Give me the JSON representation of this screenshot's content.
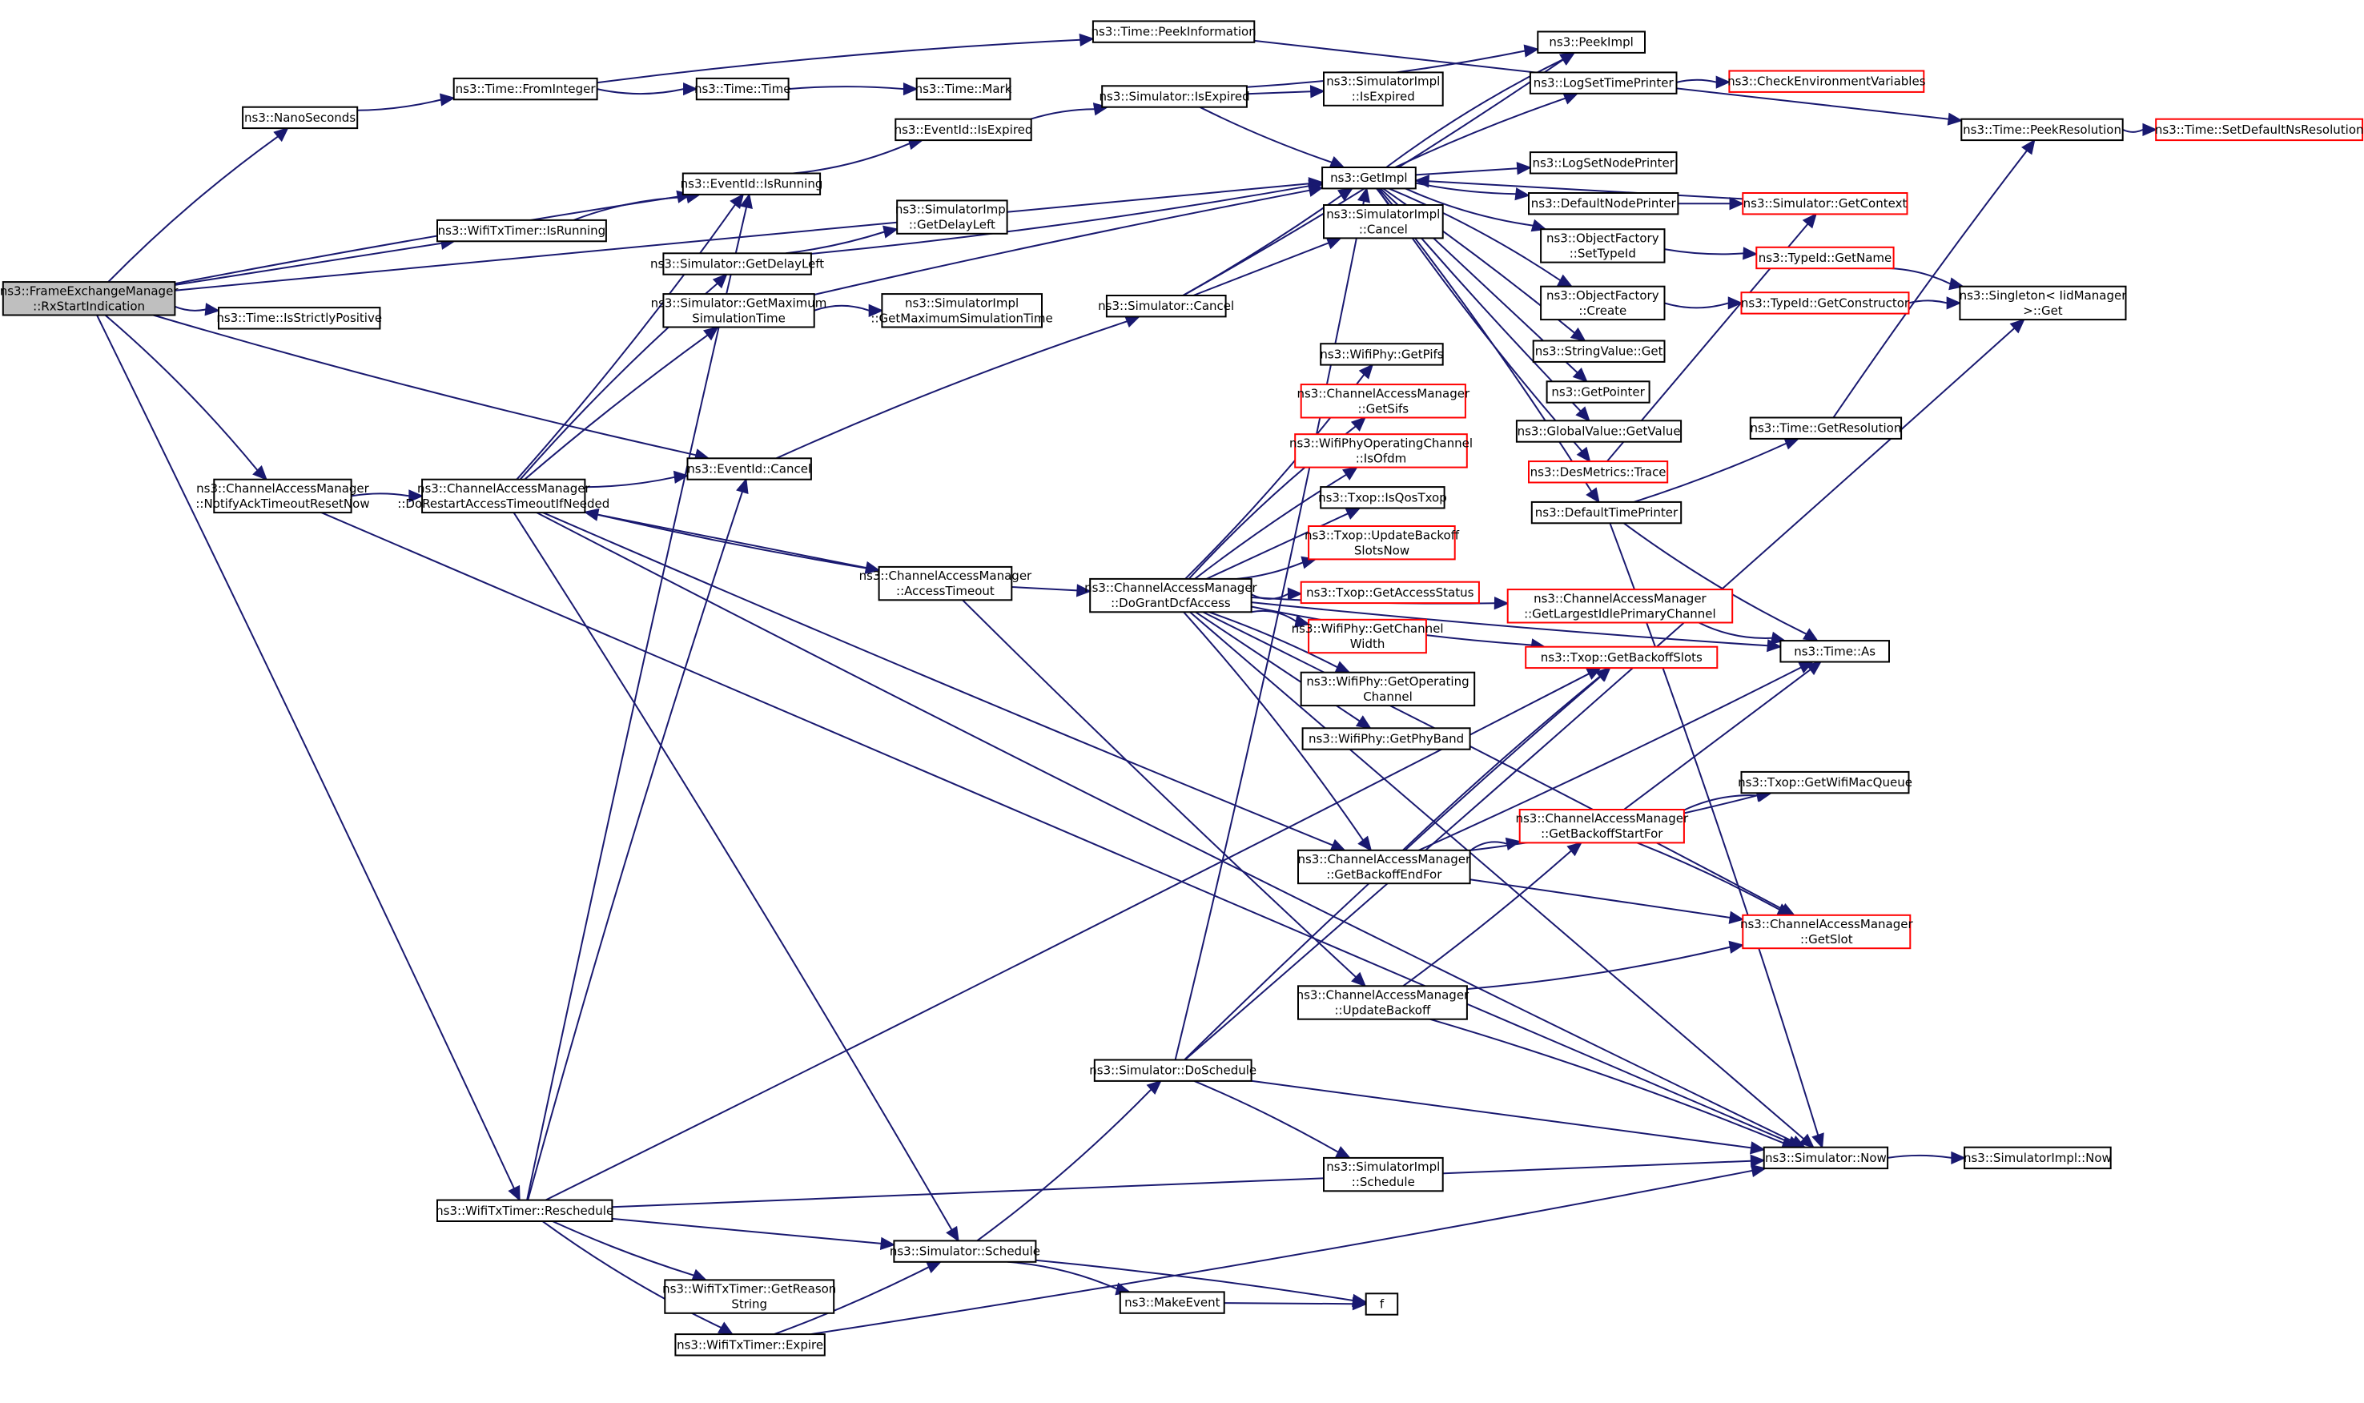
{
  "diagram": {
    "type": "call-graph",
    "root": "root",
    "colors": {
      "edge": "#191970",
      "node_border": "#000000",
      "truncated_node_border": "#ff0000",
      "root_fill": "#bfbfbf",
      "node_fill": "#ffffff"
    },
    "nodes": [
      {
        "id": "root",
        "lines": [
          "ns3::FrameExchangeManager",
          "::RxStartIndication"
        ],
        "kind": "root"
      },
      {
        "id": "nanoseconds",
        "lines": [
          "ns3::NanoSeconds"
        ],
        "kind": "normal"
      },
      {
        "id": "time-frominteger",
        "lines": [
          "ns3::Time::FromInteger"
        ],
        "kind": "normal"
      },
      {
        "id": "time-peekinformation",
        "lines": [
          "ns3::Time::PeekInformation"
        ],
        "kind": "normal"
      },
      {
        "id": "time-time",
        "lines": [
          "ns3::Time::Time"
        ],
        "kind": "normal"
      },
      {
        "id": "time-mark",
        "lines": [
          "ns3::Time::Mark"
        ],
        "kind": "normal"
      },
      {
        "id": "eventid-isrunning",
        "lines": [
          "ns3::EventId::IsRunning"
        ],
        "kind": "normal"
      },
      {
        "id": "wifitxtimer-isrunning",
        "lines": [
          "ns3::WifiTxTimer::IsRunning"
        ],
        "kind": "normal"
      },
      {
        "id": "time-isstrictlypositive",
        "lines": [
          "ns3::Time::IsStrictlyPositive"
        ],
        "kind": "normal"
      },
      {
        "id": "eventid-isexpired",
        "lines": [
          "ns3::EventId::IsExpired"
        ],
        "kind": "normal"
      },
      {
        "id": "simulator-isexpired",
        "lines": [
          "ns3::Simulator::IsExpired"
        ],
        "kind": "normal"
      },
      {
        "id": "simulatorimpl-isexpired",
        "lines": [
          "ns3::SimulatorImpl",
          "::IsExpired"
        ],
        "kind": "normal"
      },
      {
        "id": "peekimpl",
        "lines": [
          "ns3::PeekImpl"
        ],
        "kind": "normal"
      },
      {
        "id": "getimpl",
        "lines": [
          "ns3::GetImpl"
        ],
        "kind": "normal"
      },
      {
        "id": "logsettimeprinter",
        "lines": [
          "ns3::LogSetTimePrinter"
        ],
        "kind": "normal"
      },
      {
        "id": "logsetnodeprinter",
        "lines": [
          "ns3::LogSetNodePrinter"
        ],
        "kind": "normal"
      },
      {
        "id": "defaultnodeprinter",
        "lines": [
          "ns3::DefaultNodePrinter"
        ],
        "kind": "normal"
      },
      {
        "id": "objectfactory-settypeid",
        "lines": [
          "ns3::ObjectFactory",
          "::SetTypeId"
        ],
        "kind": "normal"
      },
      {
        "id": "objectfactory-create",
        "lines": [
          "ns3::ObjectFactory",
          "::Create"
        ],
        "kind": "normal"
      },
      {
        "id": "stringvalue-get",
        "lines": [
          "ns3::StringValue::Get"
        ],
        "kind": "normal"
      },
      {
        "id": "getpointer",
        "lines": [
          "ns3::GetPointer"
        ],
        "kind": "normal"
      },
      {
        "id": "globalvalue-getvalue",
        "lines": [
          "ns3::GlobalValue::GetValue"
        ],
        "kind": "normal"
      },
      {
        "id": "desmetrics-trace",
        "lines": [
          "ns3::DesMetrics::Trace"
        ],
        "kind": "truncated"
      },
      {
        "id": "defaulttimeprinter",
        "lines": [
          "ns3::DefaultTimePrinter"
        ],
        "kind": "normal"
      },
      {
        "id": "checkenvironmentvariables",
        "lines": [
          "ns3::CheckEnvironmentVariables"
        ],
        "kind": "truncated"
      },
      {
        "id": "simulator-getcontext",
        "lines": [
          "ns3::Simulator::GetContext"
        ],
        "kind": "truncated"
      },
      {
        "id": "typeid-getname",
        "lines": [
          "ns3::TypeId::GetName"
        ],
        "kind": "truncated"
      },
      {
        "id": "typeid-getconstructor",
        "lines": [
          "ns3::TypeId::GetConstructor"
        ],
        "kind": "truncated"
      },
      {
        "id": "time-peekresolution",
        "lines": [
          "ns3::Time::PeekResolution"
        ],
        "kind": "normal"
      },
      {
        "id": "time-setdefaultnsresolution",
        "lines": [
          "ns3::Time::SetDefaultNsResolution"
        ],
        "kind": "truncated"
      },
      {
        "id": "singleton-iidmanager-get",
        "lines": [
          "ns3::Singleton< IidManager",
          ">::Get"
        ],
        "kind": "normal"
      },
      {
        "id": "time-getresolution",
        "lines": [
          "ns3::Time::GetResolution"
        ],
        "kind": "normal"
      },
      {
        "id": "simulator-getdelayleft",
        "lines": [
          "ns3::Simulator::GetDelayLeft"
        ],
        "kind": "normal"
      },
      {
        "id": "simulatorimpl-getdelayleft",
        "lines": [
          "ns3::SimulatorImpl",
          "::GetDelayLeft"
        ],
        "kind": "normal"
      },
      {
        "id": "simulator-getmaximumsimulationtime",
        "lines": [
          "ns3::Simulator::GetMaximum",
          "SimulationTime"
        ],
        "kind": "normal"
      },
      {
        "id": "simulatorimpl-getmaximumsimulationtime",
        "lines": [
          "ns3::SimulatorImpl",
          "::GetMaximumSimulationTime"
        ],
        "kind": "normal"
      },
      {
        "id": "simulator-cancel",
        "lines": [
          "ns3::Simulator::Cancel"
        ],
        "kind": "normal"
      },
      {
        "id": "simulatorimpl-cancel",
        "lines": [
          "ns3::SimulatorImpl",
          "::Cancel"
        ],
        "kind": "normal"
      },
      {
        "id": "eventid-cancel",
        "lines": [
          "ns3::EventId::Cancel"
        ],
        "kind": "normal"
      },
      {
        "id": "cam-notifyacktimeoutresetnow",
        "lines": [
          "ns3::ChannelAccessManager",
          "::NotifyAckTimeoutResetNow"
        ],
        "kind": "normal"
      },
      {
        "id": "cam-dorestartaccesstimeoutifneeded",
        "lines": [
          "ns3::ChannelAccessManager",
          "::DoRestartAccessTimeoutIfNeeded"
        ],
        "kind": "normal"
      },
      {
        "id": "cam-accesstimeout",
        "lines": [
          "ns3::ChannelAccessManager",
          "::AccessTimeout"
        ],
        "kind": "normal"
      },
      {
        "id": "cam-dograntdcfaccess",
        "lines": [
          "ns3::ChannelAccessManager",
          "::DoGrantDcfAccess"
        ],
        "kind": "normal"
      },
      {
        "id": "wifiphy-getpifs",
        "lines": [
          "ns3::WifiPhy::GetPifs"
        ],
        "kind": "normal"
      },
      {
        "id": "cam-getsifs",
        "lines": [
          "ns3::ChannelAccessManager",
          "::GetSifs"
        ],
        "kind": "truncated"
      },
      {
        "id": "wifiphyoperatingchannel-isofdm",
        "lines": [
          "ns3::WifiPhyOperatingChannel",
          "::IsOfdm"
        ],
        "kind": "truncated"
      },
      {
        "id": "txop-isqostxop",
        "lines": [
          "ns3::Txop::IsQosTxop"
        ],
        "kind": "normal"
      },
      {
        "id": "txop-updatebackoffslotsnow",
        "lines": [
          "ns3::Txop::UpdateBackoff",
          "SlotsNow"
        ],
        "kind": "truncated"
      },
      {
        "id": "txop-getaccessstatus",
        "lines": [
          "ns3::Txop::GetAccessStatus"
        ],
        "kind": "truncated"
      },
      {
        "id": "wifiphy-getchannelwidth",
        "lines": [
          "ns3::WifiPhy::GetChannel",
          "Width"
        ],
        "kind": "truncated"
      },
      {
        "id": "wifiphy-getoperatingchannel",
        "lines": [
          "ns3::WifiPhy::GetOperating",
          "Channel"
        ],
        "kind": "normal"
      },
      {
        "id": "wifiphy-getphyband",
        "lines": [
          "ns3::WifiPhy::GetPhyBand"
        ],
        "kind": "normal"
      },
      {
        "id": "cam-getlargestidleprimarychannel",
        "lines": [
          "ns3::ChannelAccessManager",
          "::GetLargestIdlePrimaryChannel"
        ],
        "kind": "truncated"
      },
      {
        "id": "txop-getbackoffslots",
        "lines": [
          "ns3::Txop::GetBackoffSlots"
        ],
        "kind": "truncated"
      },
      {
        "id": "time-as",
        "lines": [
          "ns3::Time::As"
        ],
        "kind": "normal"
      },
      {
        "id": "txop-getwifimacqueue",
        "lines": [
          "ns3::Txop::GetWifiMacQueue"
        ],
        "kind": "normal"
      },
      {
        "id": "cam-getbackoffstartfor",
        "lines": [
          "ns3::ChannelAccessManager",
          "::GetBackoffStartFor"
        ],
        "kind": "truncated"
      },
      {
        "id": "cam-getbackoffendfor",
        "lines": [
          "ns3::ChannelAccessManager",
          "::GetBackoffEndFor"
        ],
        "kind": "normal"
      },
      {
        "id": "cam-getslot",
        "lines": [
          "ns3::ChannelAccessManager",
          "::GetSlot"
        ],
        "kind": "truncated"
      },
      {
        "id": "cam-updatebackoff",
        "lines": [
          "ns3::ChannelAccessManager",
          "::UpdateBackoff"
        ],
        "kind": "normal"
      },
      {
        "id": "simulator-doschedule",
        "lines": [
          "ns3::Simulator::DoSchedule"
        ],
        "kind": "normal"
      },
      {
        "id": "simulatorimpl-schedule",
        "lines": [
          "ns3::SimulatorImpl",
          "::Schedule"
        ],
        "kind": "normal"
      },
      {
        "id": "simulator-now",
        "lines": [
          "ns3::Simulator::Now"
        ],
        "kind": "normal"
      },
      {
        "id": "simulatorimpl-now",
        "lines": [
          "ns3::SimulatorImpl::Now"
        ],
        "kind": "normal"
      },
      {
        "id": "wifitxtimer-reschedule",
        "lines": [
          "ns3::WifiTxTimer::Reschedule"
        ],
        "kind": "normal"
      },
      {
        "id": "simulator-schedule",
        "lines": [
          "ns3::Simulator::Schedule"
        ],
        "kind": "normal"
      },
      {
        "id": "wifitxtimer-getreasonstring",
        "lines": [
          "ns3::WifiTxTimer::GetReason",
          "String"
        ],
        "kind": "normal"
      },
      {
        "id": "makeevent",
        "lines": [
          "ns3::MakeEvent"
        ],
        "kind": "normal"
      },
      {
        "id": "f",
        "lines": [
          "f"
        ],
        "kind": "normal"
      },
      {
        "id": "wifitxtimer-expire",
        "lines": [
          "ns3::WifiTxTimer::Expire"
        ],
        "kind": "normal"
      }
    ],
    "edges": [
      [
        "root",
        "nanoseconds"
      ],
      [
        "root",
        "eventid-isrunning"
      ],
      [
        "root",
        "wifitxtimer-isrunning"
      ],
      [
        "root",
        "time-isstrictlypositive"
      ],
      [
        "root",
        "eventid-cancel"
      ],
      [
        "root",
        "cam-notifyacktimeoutresetnow"
      ],
      [
        "root",
        "wifitxtimer-reschedule"
      ],
      [
        "root",
        "getimpl"
      ],
      [
        "nanoseconds",
        "time-frominteger"
      ],
      [
        "time-frominteger",
        "time-time"
      ],
      [
        "time-frominteger",
        "time-peekinformation"
      ],
      [
        "time-time",
        "time-mark"
      ],
      [
        "time-peekinformation",
        "time-peekresolution"
      ],
      [
        "time-peekresolution",
        "time-setdefaultnsresolution"
      ],
      [
        "eventid-isrunning",
        "eventid-isexpired"
      ],
      [
        "wifitxtimer-isrunning",
        "eventid-isrunning"
      ],
      [
        "eventid-isexpired",
        "simulator-isexpired"
      ],
      [
        "simulator-isexpired",
        "simulatorimpl-isexpired"
      ],
      [
        "simulator-isexpired",
        "getimpl"
      ],
      [
        "simulator-isexpired",
        "peekimpl"
      ],
      [
        "getimpl",
        "peekimpl"
      ],
      [
        "getimpl",
        "logsettimeprinter"
      ],
      [
        "getimpl",
        "logsetnodeprinter"
      ],
      [
        "getimpl",
        "defaultnodeprinter"
      ],
      [
        "getimpl",
        "objectfactory-settypeid"
      ],
      [
        "getimpl",
        "objectfactory-create"
      ],
      [
        "getimpl",
        "stringvalue-get"
      ],
      [
        "getimpl",
        "getpointer"
      ],
      [
        "getimpl",
        "globalvalue-getvalue"
      ],
      [
        "getimpl",
        "desmetrics-trace"
      ],
      [
        "getimpl",
        "defaulttimeprinter"
      ],
      [
        "logsettimeprinter",
        "checkenvironmentvariables"
      ],
      [
        "defaultnodeprinter",
        "simulator-getcontext"
      ],
      [
        "objectfactory-settypeid",
        "typeid-getname"
      ],
      [
        "objectfactory-create",
        "typeid-getconstructor"
      ],
      [
        "typeid-getname",
        "singleton-iidmanager-get"
      ],
      [
        "typeid-getconstructor",
        "singleton-iidmanager-get"
      ],
      [
        "desmetrics-trace",
        "simulator-getcontext"
      ],
      [
        "defaulttimeprinter",
        "time-getresolution"
      ],
      [
        "defaulttimeprinter",
        "time-as"
      ],
      [
        "defaulttimeprinter",
        "simulator-now"
      ],
      [
        "time-getresolution",
        "time-peekresolution"
      ],
      [
        "simulator-getcontext",
        "getimpl"
      ],
      [
        "simulator-getdelayleft",
        "simulatorimpl-getdelayleft"
      ],
      [
        "simulator-getdelayleft",
        "getimpl"
      ],
      [
        "simulator-getmaximumsimulationtime",
        "simulatorimpl-getmaximumsimulationtime"
      ],
      [
        "simulator-getmaximumsimulationtime",
        "getimpl"
      ],
      [
        "simulator-cancel",
        "simulatorimpl-cancel"
      ],
      [
        "simulator-cancel",
        "getimpl"
      ],
      [
        "simulator-cancel",
        "peekimpl"
      ],
      [
        "eventid-cancel",
        "simulator-cancel"
      ],
      [
        "cam-notifyacktimeoutresetnow",
        "cam-dorestartaccesstimeoutifneeded"
      ],
      [
        "cam-notifyacktimeoutresetnow",
        "simulator-now"
      ],
      [
        "cam-dorestartaccesstimeoutifneeded",
        "eventid-cancel"
      ],
      [
        "cam-dorestartaccesstimeoutifneeded",
        "eventid-isrunning"
      ],
      [
        "cam-dorestartaccesstimeoutifneeded",
        "simulator-getdelayleft"
      ],
      [
        "cam-dorestartaccesstimeoutifneeded",
        "simulator-getmaximumsimulationtime"
      ],
      [
        "cam-dorestartaccesstimeoutifneeded",
        "cam-accesstimeout"
      ],
      [
        "cam-dorestartaccesstimeoutifneeded",
        "cam-getbackoffendfor"
      ],
      [
        "cam-dorestartaccesstimeoutifneeded",
        "simulator-now"
      ],
      [
        "cam-dorestartaccesstimeoutifneeded",
        "simulator-schedule"
      ],
      [
        "cam-accesstimeout",
        "cam-dorestartaccesstimeoutifneeded"
      ],
      [
        "cam-accesstimeout",
        "cam-dograntdcfaccess"
      ],
      [
        "cam-accesstimeout",
        "cam-updatebackoff"
      ],
      [
        "cam-dograntdcfaccess",
        "wifiphy-getpifs"
      ],
      [
        "cam-dograntdcfaccess",
        "cam-getsifs"
      ],
      [
        "cam-dograntdcfaccess",
        "wifiphyoperatingchannel-isofdm"
      ],
      [
        "cam-dograntdcfaccess",
        "txop-isqostxop"
      ],
      [
        "cam-dograntdcfaccess",
        "txop-updatebackoffslotsnow"
      ],
      [
        "cam-dograntdcfaccess",
        "txop-getaccessstatus"
      ],
      [
        "cam-dograntdcfaccess",
        "wifiphy-getchannelwidth"
      ],
      [
        "cam-dograntdcfaccess",
        "wifiphy-getoperatingchannel"
      ],
      [
        "cam-dograntdcfaccess",
        "wifiphy-getphyband"
      ],
      [
        "cam-dograntdcfaccess",
        "cam-getlargestidleprimarychannel"
      ],
      [
        "cam-dograntdcfaccess",
        "txop-getbackoffslots"
      ],
      [
        "cam-dograntdcfaccess",
        "cam-getbackoffendfor"
      ],
      [
        "cam-dograntdcfaccess",
        "cam-getslot"
      ],
      [
        "cam-dograntdcfaccess",
        "simulator-now"
      ],
      [
        "cam-dograntdcfaccess",
        "time-as"
      ],
      [
        "cam-getlargestidleprimarychannel",
        "time-as"
      ],
      [
        "cam-getbackoffendfor",
        "cam-getbackoffstartfor"
      ],
      [
        "cam-getbackoffendfor",
        "txop-getbackoffslots"
      ],
      [
        "cam-getbackoffendfor",
        "cam-getslot"
      ],
      [
        "cam-getbackoffendfor",
        "time-as"
      ],
      [
        "cam-getbackoffendfor",
        "txop-getwifimacqueue"
      ],
      [
        "cam-getbackoffstartfor",
        "txop-getwifimacqueue"
      ],
      [
        "cam-getbackoffstartfor",
        "cam-getslot"
      ],
      [
        "cam-getbackoffstartfor",
        "time-as"
      ],
      [
        "cam-updatebackoff",
        "cam-getbackoffstartfor"
      ],
      [
        "cam-updatebackoff",
        "cam-getslot"
      ],
      [
        "cam-updatebackoff",
        "simulator-now"
      ],
      [
        "simulator-doschedule",
        "simulatorimpl-schedule"
      ],
      [
        "simulator-doschedule",
        "simulator-now"
      ],
      [
        "simulator-doschedule",
        "singleton-iidmanager-get"
      ],
      [
        "simulator-doschedule",
        "getimpl"
      ],
      [
        "simulator-doschedule",
        "txop-getbackoffslots"
      ],
      [
        "simulator-now",
        "simulatorimpl-now"
      ],
      [
        "wifitxtimer-reschedule",
        "simulator-schedule"
      ],
      [
        "wifitxtimer-reschedule",
        "wifitxtimer-getreasonstring"
      ],
      [
        "wifitxtimer-reschedule",
        "wifitxtimer-expire"
      ],
      [
        "wifitxtimer-reschedule",
        "eventid-cancel"
      ],
      [
        "wifitxtimer-reschedule",
        "eventid-isrunning"
      ],
      [
        "wifitxtimer-reschedule",
        "simulator-now"
      ],
      [
        "wifitxtimer-reschedule",
        "txop-getbackoffslots"
      ],
      [
        "simulator-schedule",
        "simulator-doschedule"
      ],
      [
        "simulator-schedule",
        "makeevent"
      ],
      [
        "simulator-schedule",
        "f"
      ],
      [
        "makeevent",
        "f"
      ],
      [
        "wifitxtimer-expire",
        "simulator-schedule"
      ],
      [
        "wifitxtimer-expire",
        "simulator-now"
      ]
    ]
  }
}
